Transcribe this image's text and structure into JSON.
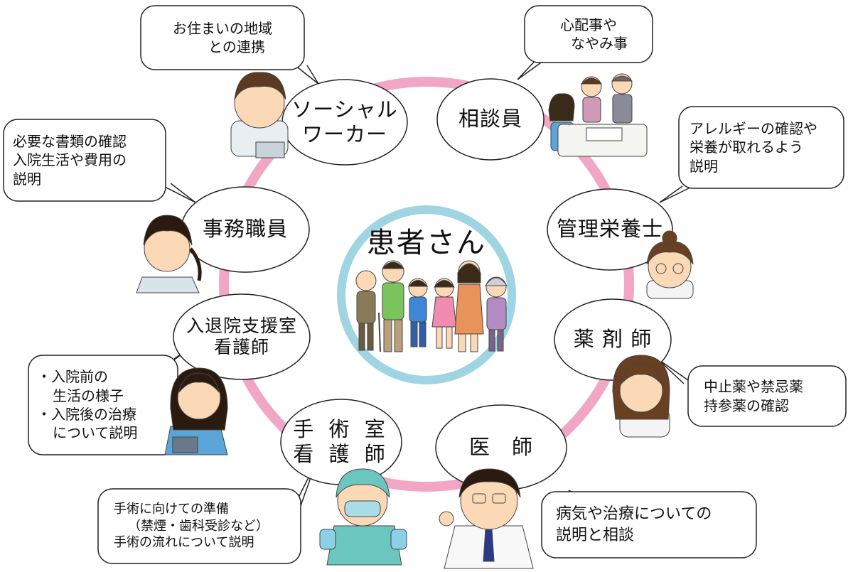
{
  "center": {
    "title": "患者さん"
  },
  "roles": [
    {
      "id": "social-worker",
      "lines": [
        "ソーシャル",
        "ワーカー"
      ]
    },
    {
      "id": "counselor",
      "lines": [
        "相談員"
      ]
    },
    {
      "id": "dietitian",
      "lines": [
        "管理栄養士"
      ]
    },
    {
      "id": "pharmacist",
      "lines": [
        "薬 剤 師"
      ]
    },
    {
      "id": "doctor",
      "lines": [
        "医　師"
      ]
    },
    {
      "id": "or-nurse",
      "lines": [
        "手 術 室",
        "看 護 師"
      ]
    },
    {
      "id": "admission-nurse",
      "lines": [
        "入退院支援室",
        "看護師"
      ]
    },
    {
      "id": "clerk",
      "lines": [
        "事務職員"
      ]
    }
  ],
  "bubbles": [
    {
      "id": "social-worker-bubble",
      "lines": [
        "お住まいの地域",
        "との連携"
      ]
    },
    {
      "id": "counselor-bubble",
      "lines": [
        "心配事や",
        "なやみ事"
      ]
    },
    {
      "id": "dietitian-bubble",
      "lines": [
        "アレルギーの確認や",
        "栄養が取れるよう",
        "説明"
      ]
    },
    {
      "id": "pharmacist-bubble",
      "lines": [
        "中止薬や禁忌薬",
        "持参薬の確認"
      ]
    },
    {
      "id": "doctor-bubble",
      "lines": [
        "病気や治療についての",
        "説明と相談"
      ]
    },
    {
      "id": "or-nurse-bubble",
      "lines": [
        "手術に向けての準備",
        "（禁煙・歯科受診など）",
        "手術の流れについて説明"
      ]
    },
    {
      "id": "admission-nurse-bubble",
      "lines": [
        "・入院前の",
        "生活の様子",
        "・入院後の治療",
        "について説明"
      ]
    },
    {
      "id": "clerk-bubble",
      "lines": [
        "必要な書類の確認",
        "入院生活や費用の",
        "説明"
      ]
    }
  ],
  "colors": {
    "ring": "#f1a6c5",
    "center_ring": "#9fd4e2",
    "stroke": "#222222",
    "skin": "#fcd9b6",
    "hair": "#5a3a22",
    "nurse_blue": "#5aa6d8",
    "or_green": "#6cc6c0"
  }
}
